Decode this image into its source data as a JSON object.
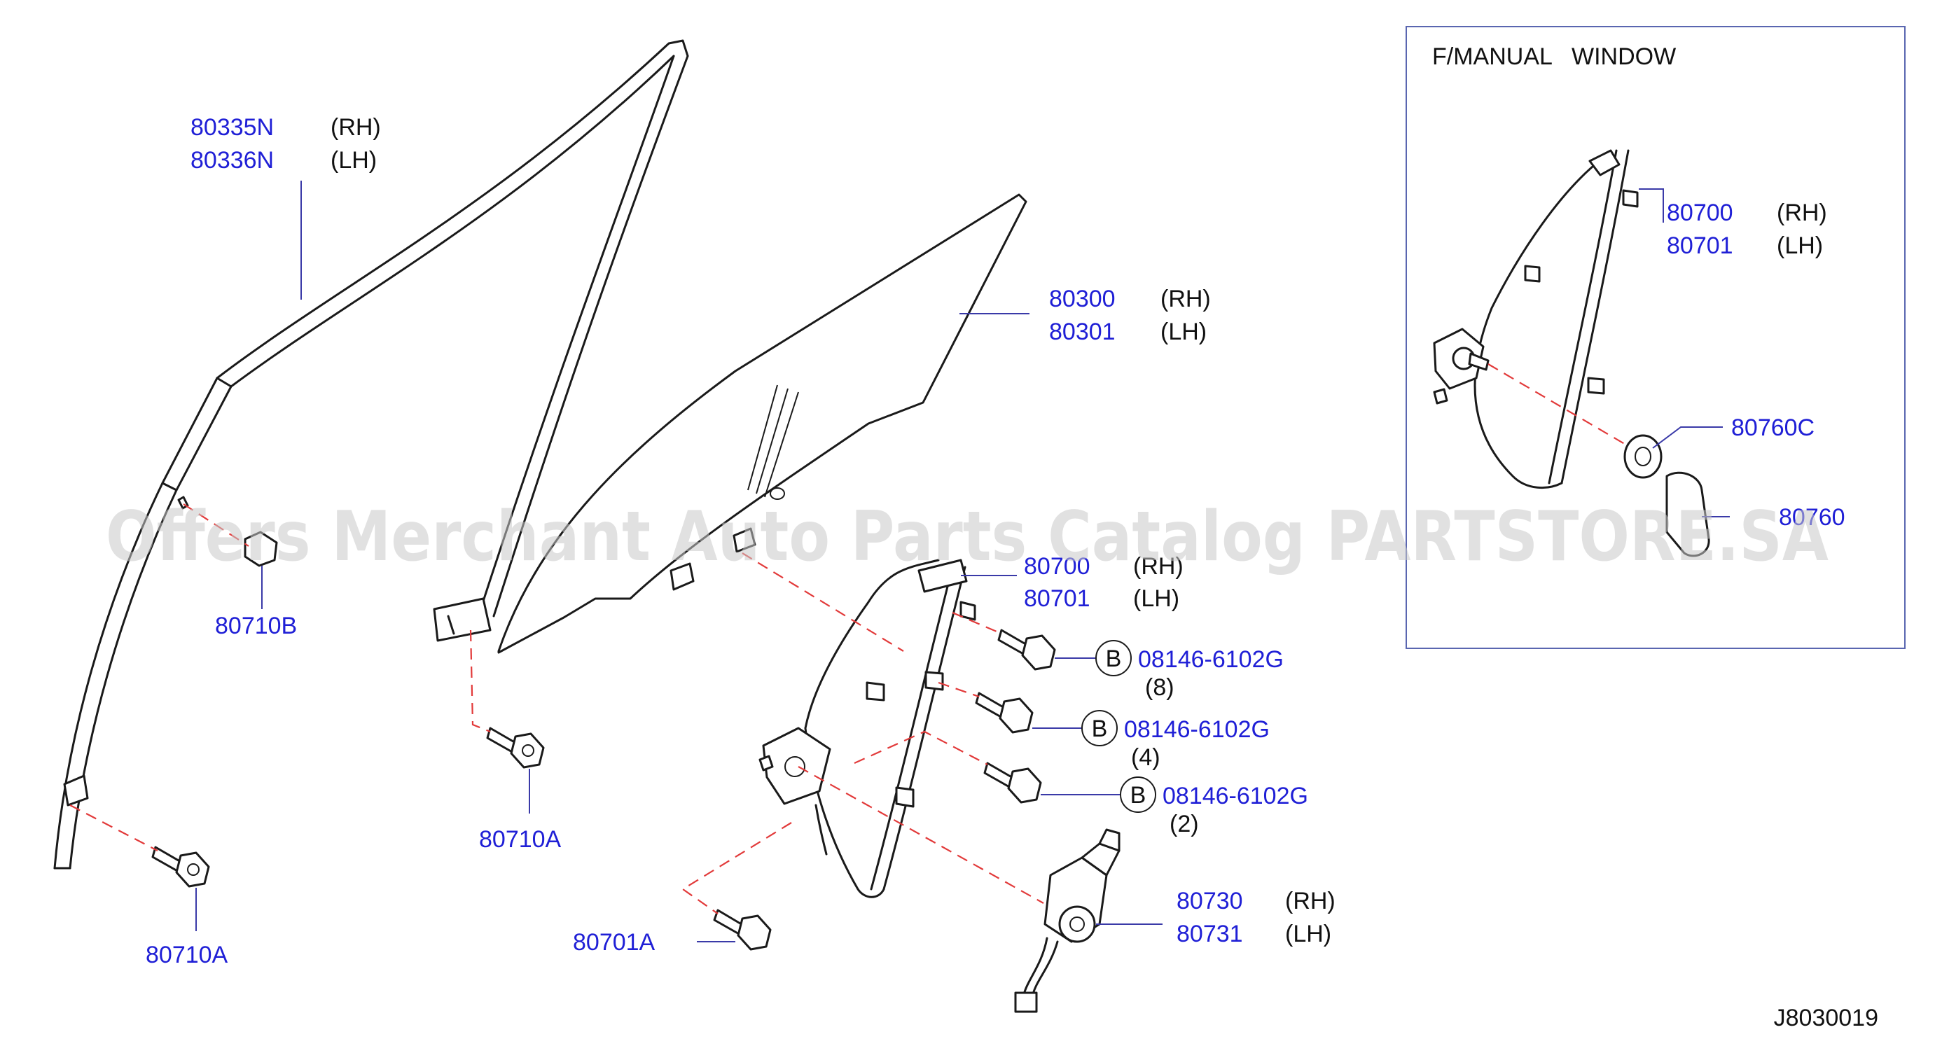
{
  "watermark": "Offers Merchant Auto Parts Catalog PARTSTORE.SA",
  "inset": {
    "title": "F/MANUAL   WINDOW"
  },
  "diagram_code": "J8030019",
  "callouts": {
    "p80335N": "80335N",
    "p80336N": "80336N",
    "p80300": "80300",
    "p80301": "80301",
    "p80710B": "80710B",
    "p80710A_center": "80710A",
    "p80710A_left": "80710A",
    "p80700_main": "80700",
    "p80701_main": "80701",
    "p80701A": "80701A",
    "p80730": "80730",
    "p80731": "80731",
    "bolt1_pn": "08146-6102G",
    "bolt1_qty": "(8)",
    "bolt2_pn": "08146-6102G",
    "bolt2_qty": "(4)",
    "bolt3_pn": "08146-6102G",
    "bolt3_qty": "(2)",
    "bolt_marker": "B",
    "p80700_inset": "80700",
    "p80701_inset": "80701",
    "p80760C": "80760C",
    "p80760": "80760"
  },
  "sides": {
    "rh": "(RH)",
    "lh": "(LH)"
  }
}
